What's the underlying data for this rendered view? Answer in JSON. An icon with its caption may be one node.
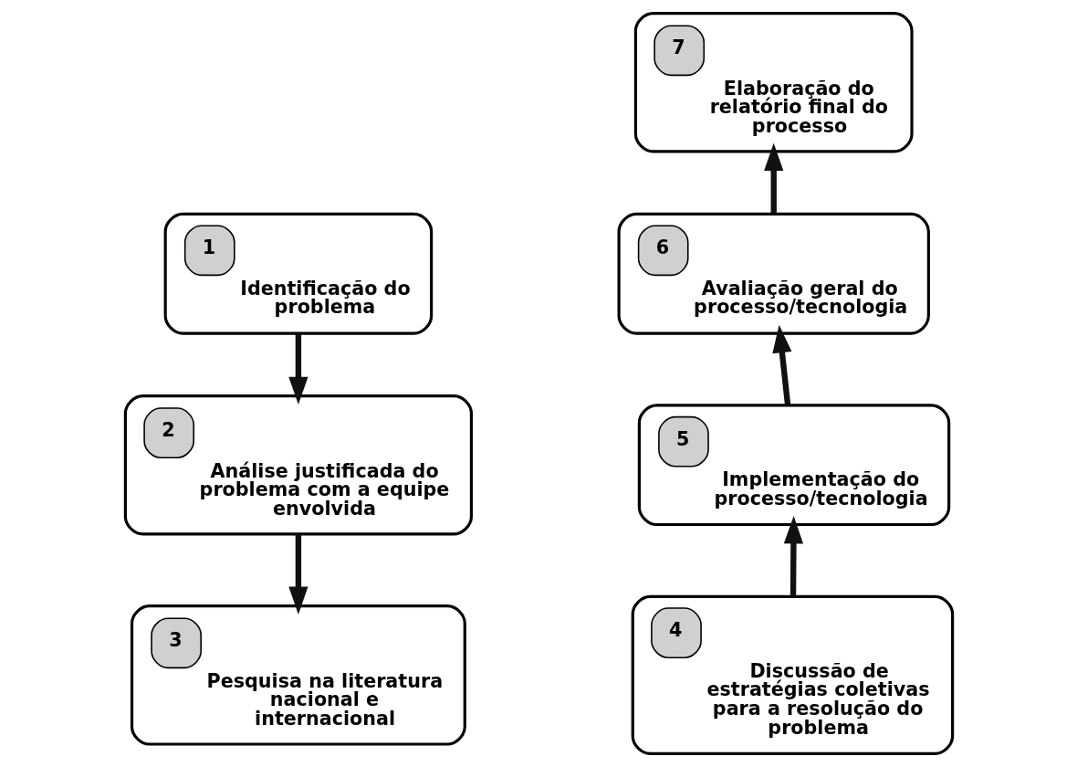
{
  "diagram": {
    "nodes": [
      {
        "text": [
          "1",
          "Identificação do problema"
        ]
      },
      {
        "text": [
          "2",
          "Análise justificada do problema com a equipe envolvida"
        ]
      },
      {
        "text": [
          "3",
          "Pesquisa na literatura nacional e internacional"
        ]
      },
      {
        "text": [
          "4",
          "Discussão de estratégias coletivas para a resolução do problema"
        ]
      },
      {
        "text": [
          "5",
          "Implementação do processo/tecnologia"
        ]
      },
      {
        "text": [
          "6",
          "Avaliação geral do processo/tecnologia"
        ]
      },
      {
        "text": [
          "7",
          "Elaboração do relatório final do processo"
        ]
      }
    ],
    "edges": [
      {
        "from": 0,
        "to": 1,
        "arrow": "to"
      },
      {
        "from": 1,
        "to": 2,
        "arrow": "to"
      },
      {
        "from": 3,
        "to": 4,
        "arrow": "to"
      },
      {
        "from": 4,
        "to": 5,
        "arrow": "to"
      },
      {
        "from": 5,
        "to": 6,
        "arrow": "to"
      }
    ]
  }
}
